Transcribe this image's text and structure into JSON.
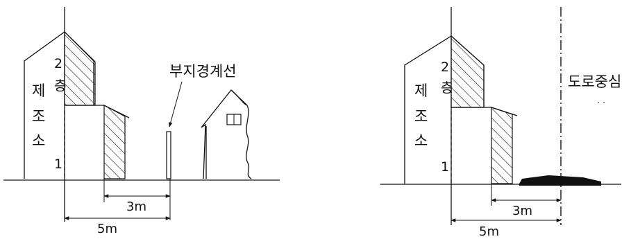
{
  "left_panel": {
    "annotation": "부지경계선",
    "storey_2": "2",
    "storey_floor": "층",
    "storey_1": "1",
    "building_name": [
      "제",
      "조",
      "소"
    ],
    "dimension_inner": "3m",
    "dimension_outer": "5m"
  },
  "right_panel": {
    "annotation": "도로중심",
    "storey_2": "2",
    "storey_floor": "층",
    "storey_1": "1",
    "building_name": [
      "제",
      "조",
      "소"
    ],
    "dimension_inner": "3m",
    "dimension_outer": "5m"
  }
}
